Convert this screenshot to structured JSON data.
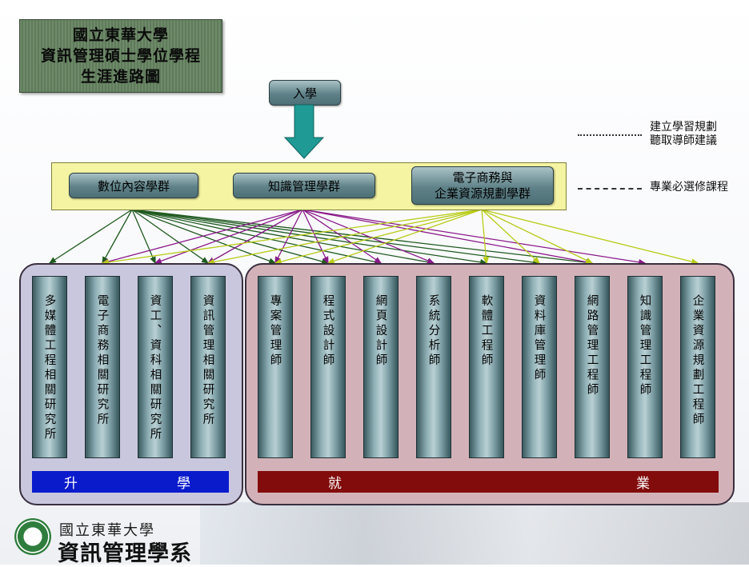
{
  "title": {
    "line1": "國立東華大學",
    "line2": "資訊管理碩士學位學程",
    "line3": "生涯進路圖"
  },
  "entry": "入學",
  "clusters": [
    "數位內容學群",
    "知識管理學群",
    "電子商務與\n企業資源規劃學群"
  ],
  "legend": {
    "dotted_text": "建立學習規劃\n聽取導師建議",
    "dashed_text": "專業必選修課程"
  },
  "study_columns": [
    "多媒體工程相關研究所",
    "電子商務相關研究所",
    "資工、資科相關研究所",
    "資訊管理相關研究所"
  ],
  "job_columns": [
    "專案管理師",
    "程式設計師",
    "網頁設計師",
    "系統分析師",
    "軟體工程師",
    "資料庫管理師",
    "網路管理工程師",
    "知識管理工程師",
    "企業資源規劃工程師"
  ],
  "bars": {
    "study_a": "升",
    "study_b": "學",
    "job_a": "就",
    "job_b": "業"
  },
  "footer": {
    "university": "國立東華大學",
    "department": "資訊管理學系"
  },
  "colors": {
    "cluster1": "#1f5a1f",
    "cluster2": "#8a1a8a",
    "cluster3": "#b8cc18",
    "entry_arrow": "#1f9a94",
    "study_bar": "#0a1bcc",
    "job_bar": "#820b0b"
  }
}
